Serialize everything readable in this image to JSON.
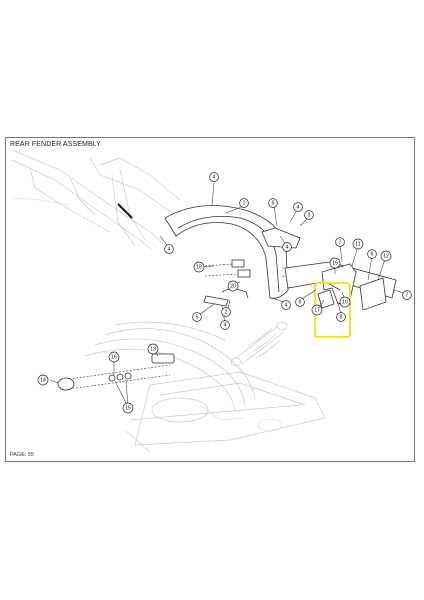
{
  "title": "REAR FENDER ASSEMBLY",
  "page_label": "PAGE: 55",
  "highlight_color": "#f3e03a",
  "callouts": [
    {
      "label": "1"
    },
    {
      "label": "4"
    },
    {
      "label": "4"
    },
    {
      "label": "4"
    },
    {
      "label": "5"
    },
    {
      "label": "4"
    },
    {
      "label": "3"
    },
    {
      "label": "18"
    },
    {
      "label": "20"
    },
    {
      "label": "2"
    },
    {
      "label": "5"
    },
    {
      "label": "4"
    },
    {
      "label": "4"
    },
    {
      "label": "9"
    },
    {
      "label": "7"
    },
    {
      "label": "11"
    },
    {
      "label": "19"
    },
    {
      "label": "6"
    },
    {
      "label": "12"
    },
    {
      "label": "7"
    },
    {
      "label": "10"
    },
    {
      "label": "17"
    },
    {
      "label": "8"
    },
    {
      "label": "13"
    },
    {
      "label": "16"
    },
    {
      "label": "14"
    },
    {
      "label": "15"
    }
  ]
}
